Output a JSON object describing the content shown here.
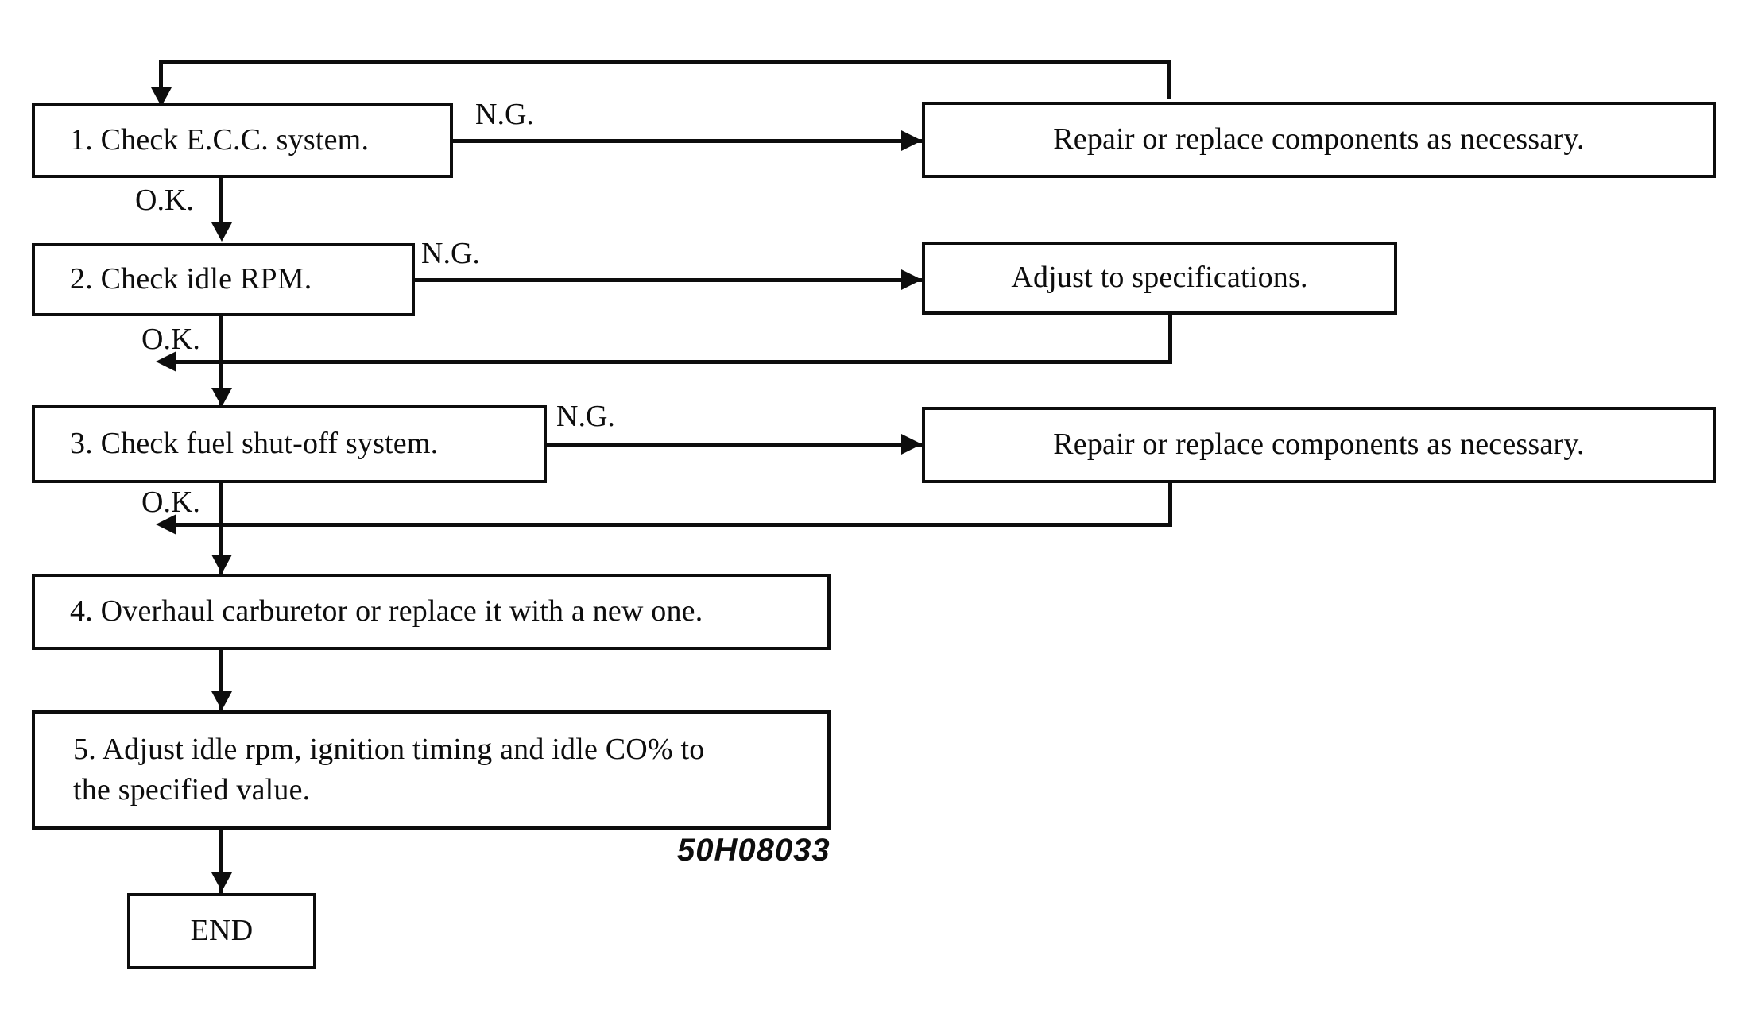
{
  "figure": {
    "code": "50H08033",
    "title": "Carburetor / idle system troubleshooting flowchart"
  },
  "labels": {
    "ng": "N.G.",
    "ok": "O.K."
  },
  "steps": [
    {
      "id": "step1",
      "text": "1. Check E.C.C. system."
    },
    {
      "id": "step2",
      "text": "2. Check idle RPM."
    },
    {
      "id": "step3",
      "text": "3. Check fuel shut-off system."
    },
    {
      "id": "step4",
      "text": "4. Overhaul carburetor or replace it with a new one."
    },
    {
      "id": "step5",
      "text": "5. Adjust idle rpm, ignition timing and idle CO% to\nthe specified value."
    },
    {
      "id": "end",
      "text": "END"
    }
  ],
  "actions": [
    {
      "id": "action1",
      "text": "Repair or replace components as necessary."
    },
    {
      "id": "action2",
      "text": "Adjust to specifications."
    },
    {
      "id": "action3",
      "text": "Repair or replace components as necessary."
    }
  ],
  "edges": {
    "step1_ng": "N.G.",
    "step1_ok": "O.K.",
    "step2_ng": "N.G.",
    "step2_ok": "O.K.",
    "step3_ng": "N.G.",
    "step3_ok": "O.K."
  },
  "colors": {
    "ink": "#0d0d0d",
    "paper": "#ffffff"
  }
}
